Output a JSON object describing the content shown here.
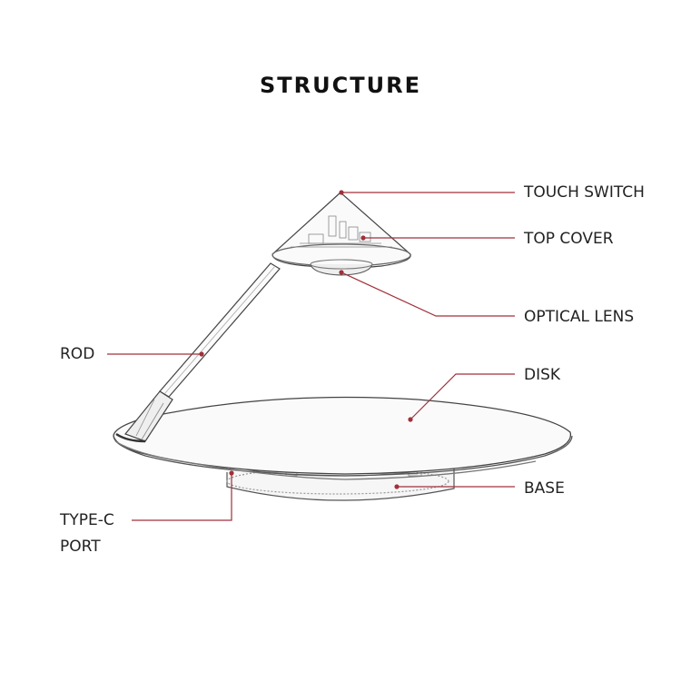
{
  "title": "STRUCTURE",
  "labels": {
    "touch_switch": "TOUCH SWITCH",
    "top_cover": "TOP COVER",
    "optical_lens": "OPTICAL LENS",
    "rod": "ROD",
    "disk": "DISK",
    "base": "BASE",
    "type_c_line1": "TYPE-C",
    "type_c_line2": "PORT"
  },
  "colors": {
    "leader": "#a0303a",
    "outline": "#444444"
  }
}
